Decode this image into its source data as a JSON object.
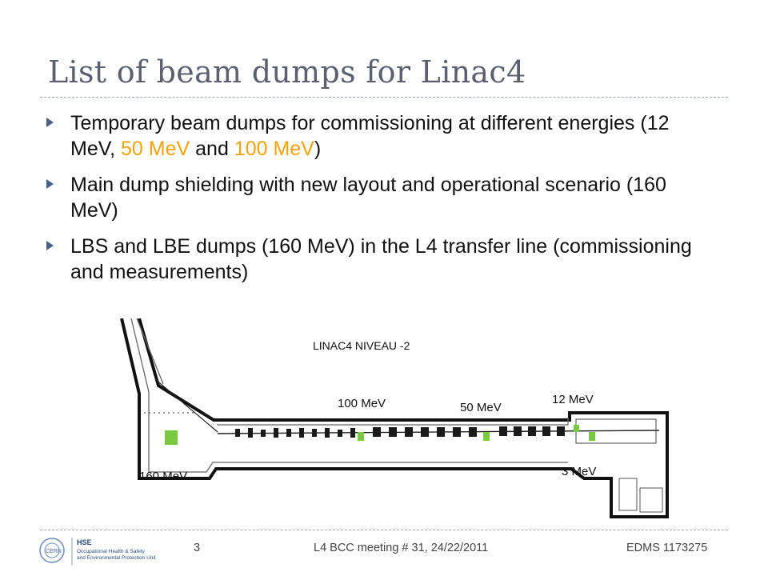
{
  "slide": {
    "title": "List of beam dumps for Linac4",
    "bullets": [
      {
        "parts": [
          "Temporary beam dumps for commissioning at different energies (12 MeV, ",
          "50 MeV",
          " and ",
          "100 MeV",
          ")"
        ]
      },
      {
        "text": "Main dump shielding with new layout and operational scenario (160 MeV)"
      },
      {
        "text": "LBS and LBE dumps (160 MeV) in the L4 transfer line (commissioning and measurements)"
      }
    ],
    "highlight_color": "#f0a30a",
    "bullet_color": "#4a5f8c"
  },
  "map": {
    "title": "LINAC4 NIVEAU -2",
    "labels": {
      "e100": "100 MeV",
      "e50": "50 MeV",
      "e12": "12 MeV",
      "e160": "160 MeV",
      "e3": "3 MeV"
    },
    "dump_color": "#7ac943"
  },
  "footer": {
    "logo_text": "CERN",
    "org_abbr": "HSE",
    "org_line1": "Occupational Health & Safety",
    "org_line2": "and Environmental Protection Unit",
    "page_number": "3",
    "meeting": "L4 BCC meeting # 31, 24/22/2011",
    "edms": "EDMS 1173275"
  }
}
